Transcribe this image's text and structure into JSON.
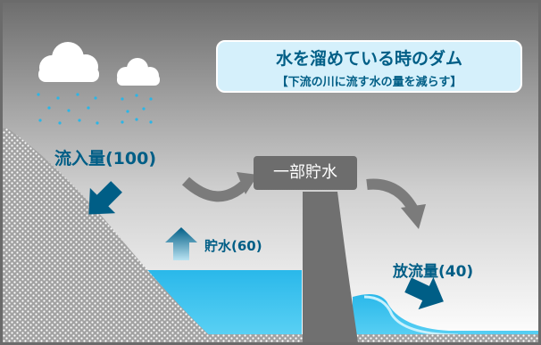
{
  "title": "水を溜めている時のダム",
  "subtitle": "【下流の川に流す水の量を減らす】",
  "inflow": {
    "label": "流入量(100)",
    "value": 100
  },
  "partial_storage": {
    "label": "一部貯水"
  },
  "storage": {
    "label": "貯水(60)",
    "value": 60
  },
  "outflow": {
    "label": "放流量(40)",
    "value": 40
  },
  "colors": {
    "sky_top": "#6e6e6e",
    "sky_bottom": "#ffffff",
    "hill": "#a2a2a2",
    "water": "#32c3ee",
    "dam": "#707070",
    "arrow_blue": "#005e86",
    "arrow_gray": "#7b7b7b",
    "title_bg": "#d5f0fb",
    "label_text": "#005e86"
  }
}
